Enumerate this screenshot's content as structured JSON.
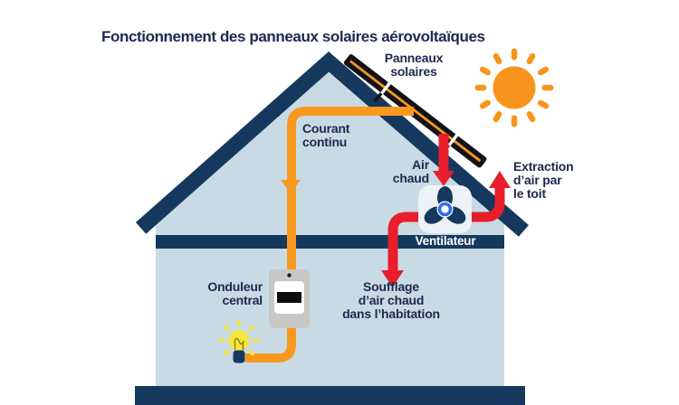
{
  "title": "Fonctionnement des panneaux solaires aérovoltaïques",
  "labels": {
    "panels": "Panneaux\nsolaires",
    "dc_current": "Courant\ncontinu",
    "hot_air": "Air\nchaud",
    "roof_extraction": "Extraction\nd’air par\nle toit",
    "fan": "Ventilateur",
    "hot_air_blowing": "Soufflage\nd’air chaud\ndans l’habitation",
    "inverter": "Onduleur\ncentral"
  },
  "icons": {
    "sun": "sun-icon",
    "solar_panel": "solar-panel-icon",
    "house": "house-icon",
    "fan": "fan-icon",
    "inverter": "inverter-icon",
    "lightbulb": "lightbulb-icon",
    "dc_flow": "arrow-down-orange-icon",
    "hot_air_flow": "arrow-red-icon"
  },
  "colors": {
    "navy": "#15395E",
    "text": "#20294F",
    "wall": "#C8DBE5",
    "orange": "#F8991D",
    "sun": "#F7941D",
    "red": "#E81E2C",
    "hub-blue": "#2E6EE0",
    "bulb-yellow": "#F9E53C",
    "device-gray": "#C8C7C5",
    "panel-black": "#141219",
    "fanbox": "#EDF2F6"
  }
}
